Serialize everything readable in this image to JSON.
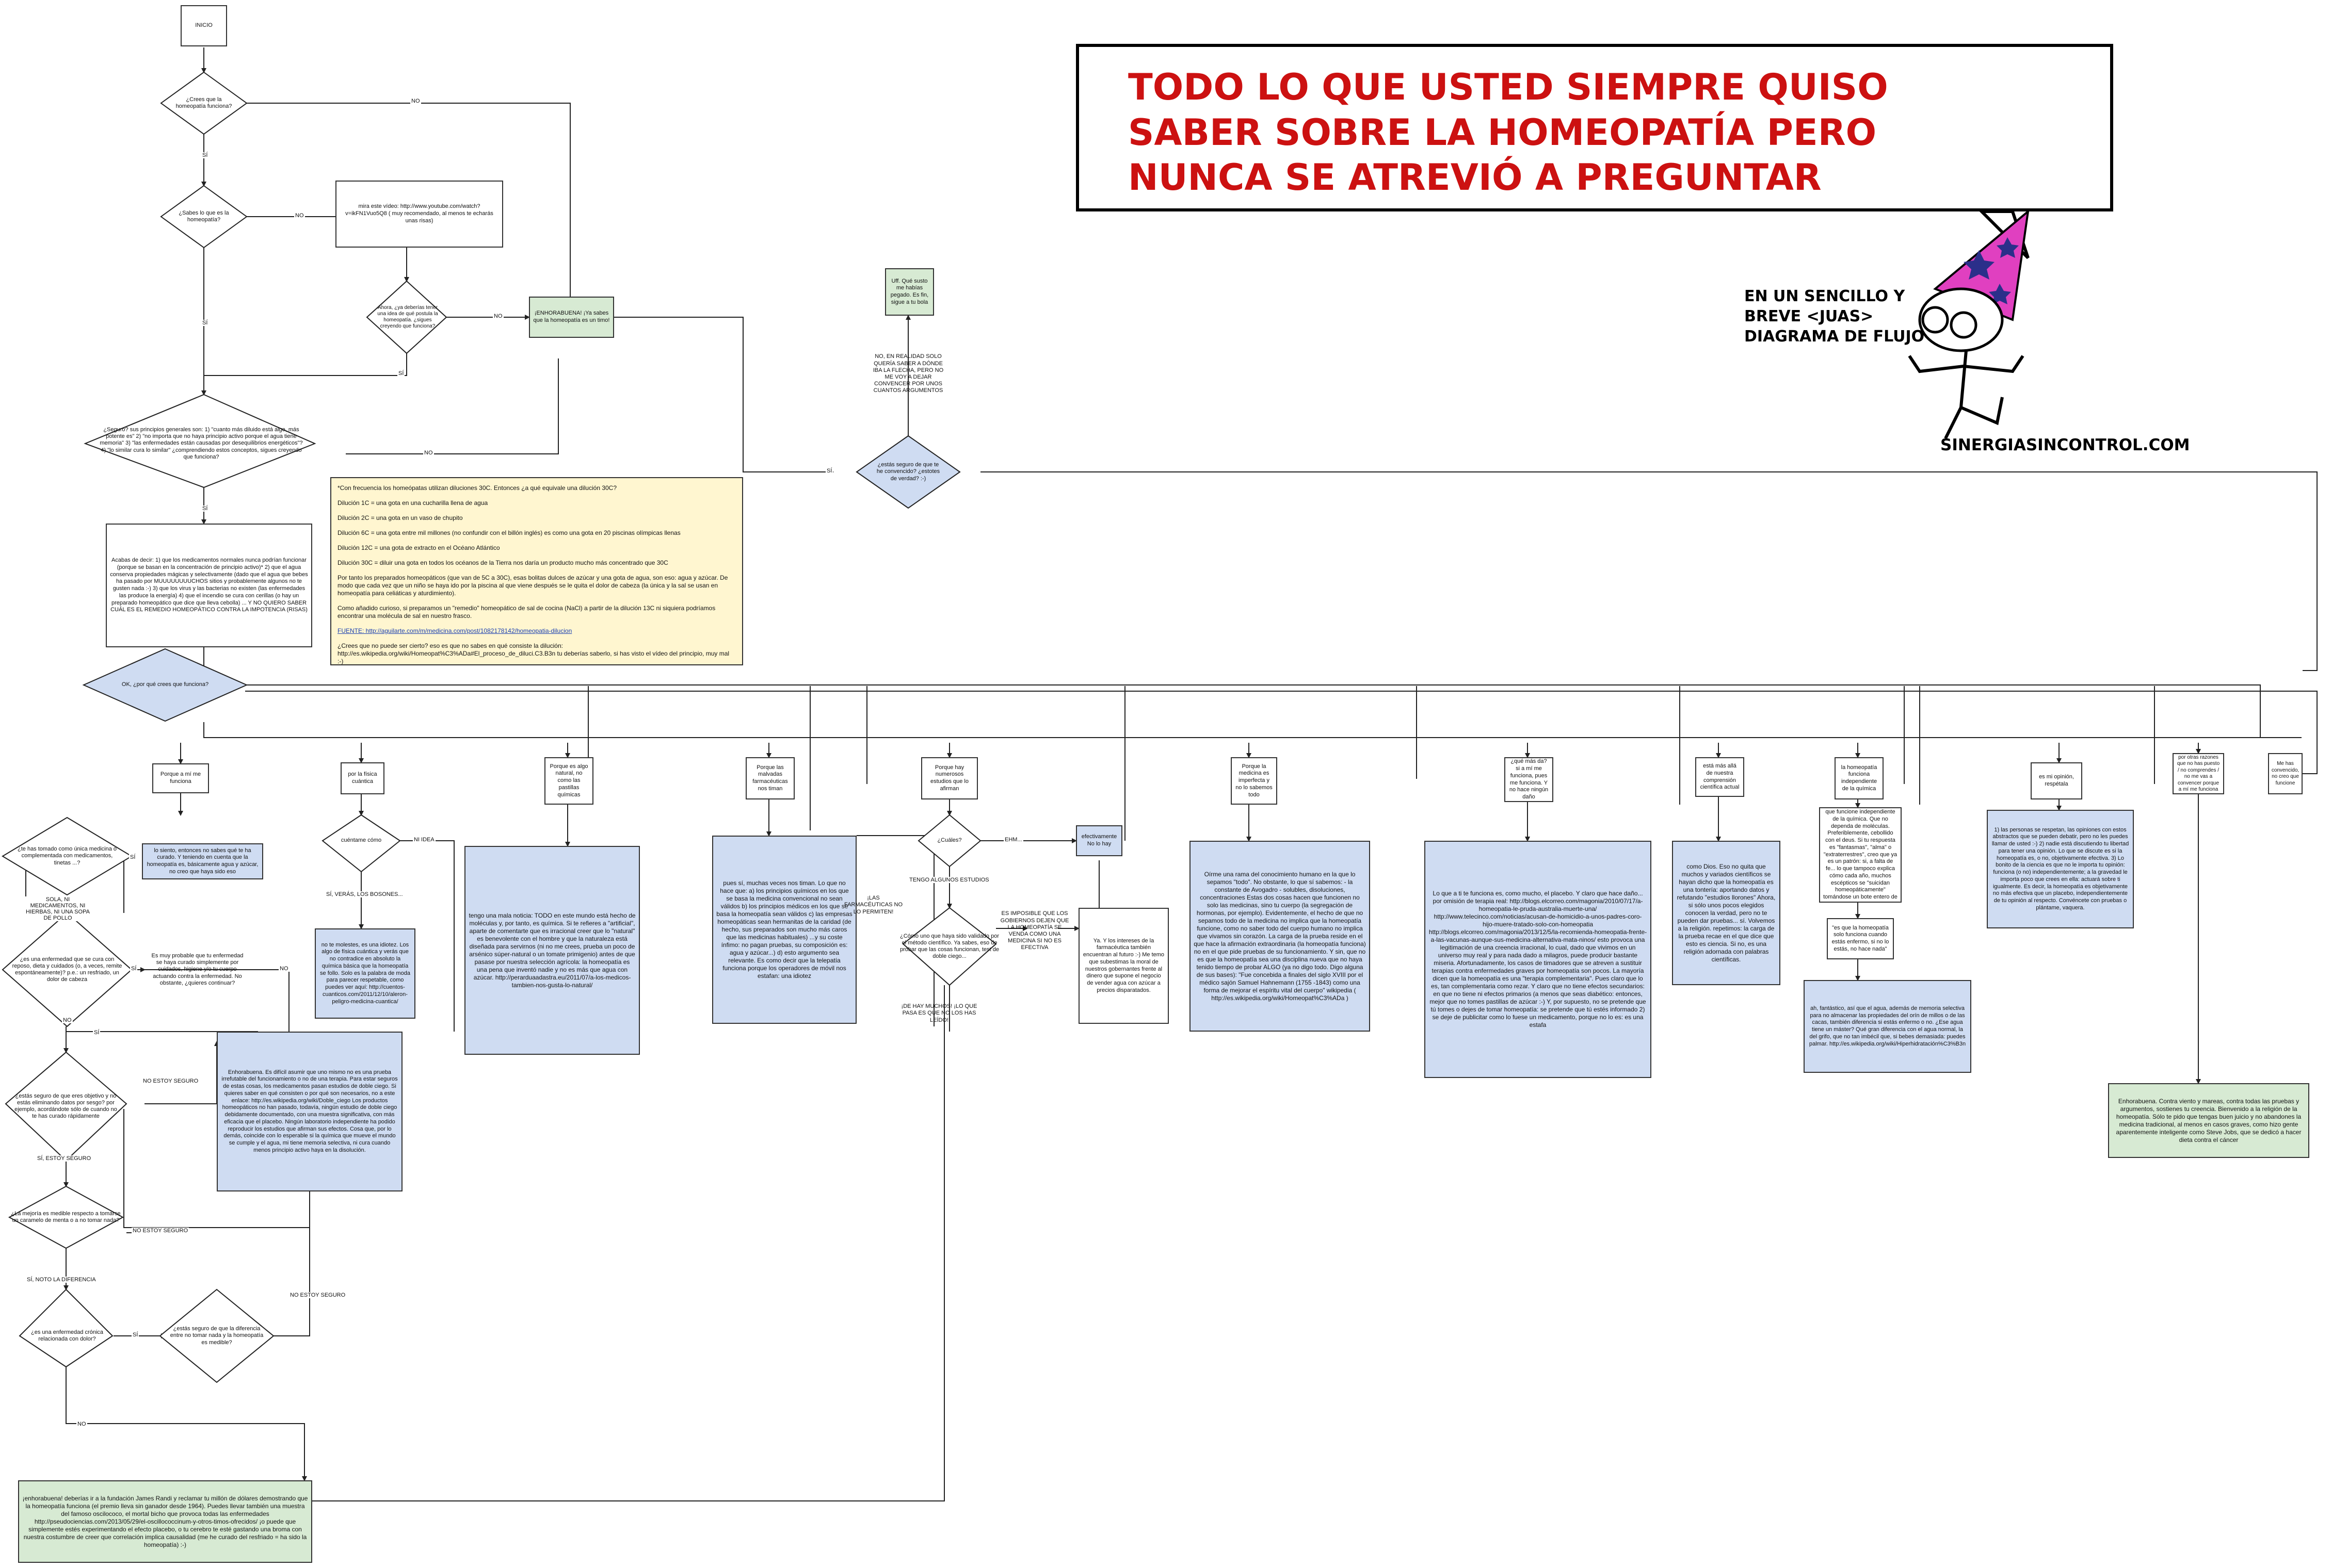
{
  "title": "TODO LO QUE USTED SIEMPRE QUISO SABER SOBRE LA HOMEOPATÍA PERO NUNCA SE ATREVIÓ A PREGUNTAR",
  "subtitle": "EN UN SENCILLO Y BREVE <JUAS> DIAGRAMA DE FLUJO",
  "site": "SINERGIASINCONTROL.COM",
  "colors": {
    "title": "#cc1111",
    "blue_box": "#cfdcf2",
    "green_box": "#d7ead3",
    "note_box": "#fff6d0",
    "hat": "#e040c0",
    "stars": "#2b2f8a",
    "line": "#222222"
  },
  "nodes": {
    "inicio": "INICIO",
    "q_crees": "¿Crees que la homeopatía funciona?",
    "q_sabes": "¿Sabes lo que es la homeopatía?",
    "mira_video": "mira este vídeo: http://www.youtube.com/watch?v=ikFN1Vuo5Q8 ( muy recomendado, al menos te echarás unas risas)",
    "q_ahora": "Ahora, ¿ya deberías tener una idea de qué postula la homeopatía. ¿sigues creyendo que funciona?",
    "enhorabuena_top": "¡ENHORABUENA! ¡Ya sabes que la homeopatía es un timo!",
    "q_seguro_principios": "¿Seguro? sus principios generales son: 1) \"cuanto más diluido está algo, más potente es\" 2) \"no importa que no haya principio activo porque el agua tiene memoria\" 3) \"las enfermedades están causadas por desequilibrios energéticos\"? 4) \"lo similar cura lo similar\" ¿comprendiendo estos conceptos, sigues creyendo que funciona?",
    "acabas_decir": "Acabas de decir: 1) que los medicamentos normales nunca podrían funcionar (porque se basan en la concentración de principio activo)* 2) que el agua conserva propiedades mágicas y selectivamente (dado que el agua que bebes ha pasado por MUUUUUUUUCHOS sitios y probablemente algunos no te gusten nada :-) 3) que los virus y las bacterias no existen (las enfermedades las produce la energía) 4) que el incendio se cura con cerillas (o hay un preparado homeopático que dice que lleva cebolla) ... Y NO QUIERO SABER CUÁL ES EL REMEDIO HOMEOPÁTICO CONTRA LA IMPOTENCIA (RISAS)",
    "ufff": "Uff. Qué susto me habías pegado. Es fin, sigue a tu bola",
    "no_realidad": "NO, EN REALIDAD SOLO QUERÍA SABER A DÓNDE IBA LA FLECHA, PERO NO ME VOY A DEJAR CONVENCER POR UNOS CUANTOS ARGUMENTOS",
    "q_estas_seguro": "¿estás seguro de que te he convencido? ¿estotes de verdad? :-)",
    "note_lines": [
      "*Con frecuencia los homeópatas utilizan diluciones 30C. Entonces ¿a qué equivale una dilución 30C?",
      "Dilución 1C = una gota en una cucharilla llena de agua",
      "Dilución 2C = una gota en un vaso de chupito",
      "Dilución 6C = una gota entre mil millones (no confundir con el billón inglés) es como una gota en 20 piscinas olímpicas llenas",
      "Dilución 12C = una gota de extracto en el Océano Atlántico",
      "Dilución 30C = diluir una gota en todos los océanos de la Tierra nos daría un producto mucho más concentrado que 30C",
      "Por tanto los preparados homeopáticos (que van de 5C a 30C), esas bolitas dulces de azúcar y una gota de agua, son eso: agua y azúcar. De modo que cada vez que un niño se haya ido por la piscina al que viene después se le quita el dolor de cabeza (la única y la sal se usan en homeopatía para celiáticas y aturdimiento).",
      "Como añadido curioso, si preparamos un \"remedio\" homeopático de sal de cocina (NaCl) a partir de la dilución 13C ni siquiera podríamos encontrar una molécula de sal en nuestro frasco.",
      "FUENTE: http://aguilarte.com/m/medicina.com/post/1082178142/homeopatia-dilucion",
      "¿Crees que no puede ser cierto? eso es que no sabes en qué consiste la dilución: http://es.wikipedia.org/wiki/Homeopat%C3%ADa#El_proceso_de_diluci.C3.B3n tu deberías saberlo, si has visto el vídeo del principio, muy mal :-)"
    ],
    "q_ok": "OK, ¿por qué crees que funciona?",
    "b_me_funciona": "Porque a mí me funciona",
    "b_fisica": "por la física cuántica",
    "b_natural": "Porque es algo natural, no como las pastillas químicas",
    "b_farmaceuticas": "Porque las malvadas farmacéuticas nos timan",
    "b_estudios": "Porque hay numerosos estudios que lo afirman",
    "b_imperfecta": "Porque la medicina es imperfecta y no lo sabemos todo",
    "b_que_mas": "¿qué más da? si a mí me funciona, pues me funciona. Y no hace ningún daño",
    "b_comprension": "está más allá de nuestra comprensión científica actual",
    "b_independiente": "la homeopatía funciona independiente de la química",
    "b_opinion": "es mi opinión, respétala",
    "b_otras_razones": "por otras razones que no has puesto / no comprendes / no me vas a convencer porque a mí me funciona",
    "b_convencido": "Me has convencido, no creo que funcione",
    "q_tomado": "¿te has tomado como única medicina o complementada con medicamentos, tinetas ...?",
    "lo_siento": "lo siento, entonces no sabes qué te ha curado. Y teniendo en cuenta que la homeopatía es, básicamente agua y azúcar, no creo que haya sido eso",
    "q_enfermedad_remite": "¿es una enfermedad que se cura con reposo, dieta y cuidados (o, a veces, remite espontáneamente)? p.e.: un resfriado, un dolor de cabeza",
    "es_probable": "Es muy probable que tu enfermedad se haya curado simplemente por cuidados, higiene y/o tu cuerpo actuando contra la enfermedad. No obstante, ¿quieres continuar?",
    "q_estas_seguro_placebo": "¿estás seguro de que eres objetivo y no estás eliminando datos por sesgo? por ejemplo, acordándote sólo de cuando no te has curado rápidamente",
    "enhorabuena_sesgo": "Enhorabuena. Es difícil asumir que uno mismo no es una prueba irrefutable del funcionamiento o no de una terapia. Para estar seguros de estas cosas, los medicamentos pasan estudios de doble ciego. Si quieres saber en qué consisten o por qué son necesarios, no a este enlace: http://es.wikipedia.org/wiki/Doble_ciego Los productos homeopáticos no han pasado, todavía, ningún estudio de doble ciego debidamente documentado, con una muestra significativa, con más eficacia que el placebo. Ningún laboratorio independiente ha podido reproducir los estudios que afirman sus efectos. Cosa que, por lo demás, coincide con lo esperable si la química que mueve el mundo se cumple y el agua, mi tiene memoria selectiva, ni cura cuando menos principio activo haya en la disolución.",
    "q_mejoria": "¿La mejoría es medible respecto a tomarse un caramelo de menta o a no tomar nada?",
    "q_cronica": "¿es una enfermedad crónica relacionada con dolor?",
    "q_diferencia": "¿estás seguro de que la diferencia entre no tomar nada y la homeopatía es medible?",
    "enhorabuena_randi": "¡enhorabuena! deberías ir a la fundación James Randi y reclamar tu millón de dólares demostrando que la homeopatía funciona (el premio lleva sin ganador desde 1964). Puedes llevar también una muestra del famoso oscilococo, el mortal bicho que provoca todas las enfermedades http://pseudociencias.com/2013/05/29/el-oscillococcinum-y-otros-timos-ofrecidos/ ¡o puede que simplemente estés experimentando el efecto placebo, o tu cerebro te esté gastando una broma con nuestra costumbre de creer que correlación implica causalidad (me he curado del resfriado = ha sido la homeopatía) :-)",
    "q_cuentame": "cuéntame cómo",
    "no_molestes": "no te molestes, es una idiotez. Los algo de física cuántica y verás que no contradice en absoluto la química básica que la homeopatía se follo. Solo es la palabra de moda para parecer respetable, como puedes ver aquí: http://cuentos-cuanticos.com/2011/12/10/aleron-peligro-medicina-cuantica/",
    "tengo_mala": "tengo una mala noticia: TODO en este mundo está hecho de moléculas y, por tanto, es química. Si te refieres a \"artificial\", aparte de comentarte que es irracional creer que lo \"natural\" es benevolente con el hombre y que la naturaleza está diseñada para servirnos (ni no me crees, prueba un poco de arsénico súper-natural o un tomate primigenio) antes de que pasase por nuestra selección agrícola: la homeopatía es una pena que inventó nadie y no es más que agua con azúcar. http://perarduaadastra.eu/2011/07/a-los-medicos-tambien-nos-gusta-lo-natural/",
    "pues_si": "pues sí, muchas veces nos timan. Lo que no hace que: a) los principios químicos en los que se basa la medicina convencional no sean válidos b) los principios médicos en los que se basa la homeopatía sean válidos c) las empresas homeopáticas sean hermanitas de la caridad (de hecho, sus preparados son mucho más caros que las medicinas habituales) ...y su coste ínfimo: no pagan pruebas, su composición es: agua y azúcar...) d) esto argumento sea relevante. Es como decir que la telepatía funciona porque los operadores de móvil nos estafan: una idiotez",
    "las_farmaceuticas": "¡LAS FARMACÉUTICAS NO LO PERMITEN!",
    "es_imposible": "ES IMPOSIBLE QUE LOS GOBIERNOS DEJEN QUE LA HOMEOPATÍA SE VENDA COMO UNA MEDICINA SI NO ES EFECTIVA",
    "q_cuales": "¿Cuáles?",
    "ehm": "EHM...",
    "efectivamente": "efectivamente No lo hay",
    "tengo_algunos": "TENGO ALGUNOS ESTUDIOS",
    "q_como_uno": "¿Cómo uno que haya sido validado por el método científico. Ya sabes, eso de probar que las cosas funcionan, test de doble ciego...",
    "de_hay_muchos": "¡DE HAY MUCHOS! ¡LO QUE PASA ES QUE NO LOS HAS LEÍDO!",
    "ya_si_tu": "Ya. Y los intereses de la farmacéutica también encuentran al futuro :-) Me temo que subestimas la moral de nuestros gobernantes frente al dinero que supone el negocio de vender agua con azúcar a precios disparatados.",
    "ojeran_rama": "Oírme una rama del conocimiento humano en la que lo sepamos \"todo\". No obstante, lo que sí sabemos: - la constante de Avogadro - solubles, disoluciones, concentraciones Estas dos cosas hacen que funcionen no solo las medicinas, sino tu cuerpo (la segregación de hormonas, por ejemplo). Evidentemente, el hecho de que no sepamos todo de la medicina no implica que la homeopatía funcione, como no saber todo del cuerpo humano no implica que vivamos sin corazón. La carga de la prueba reside en el que hace la afirmación extraordinaria (la homeopatía funciona) no en el que pide pruebas de su funcionamiento. Y sin, que no es que la homeopatía sea una disciplina nueva que no haya tenido tiempo de probar ALGO (ya no digo todo. Digo alguna de sus bases): \"Fue concebida a finales del siglo XVIII por el médico sajón Samuel Hahnemann (1755 -1843) como una forma de mejorar el espíritu vital del cuerpo\" wikipedia ( http://es.wikipedia.org/wiki/Homeopat%C3%ADa )",
    "lo_que_te_funciona": "Lo que a ti te funciona es, como mucho, el placebo. Y claro que hace daño... por omisión de terapia real: http://blogs.elcorreo.com/magonia/2010/07/17/a-homeopatia-le-pruda-australia-muerte-una/ http://www.telecinco.com/noticias/acusan-de-homicidio-a-unos-padres-coro-hijo-muere-tratado-solo-con-homeopatia http://blogs.elcorreo.com/magonia/2013/12/5/la-recomienda-homeopatia-frente-a-las-vacunas-aunque-sus-medicina-alternativa-mata-ninos/ esto provoca una legitimación de una creencia irracional, lo cual, dado que vivimos en un universo muy real y para nada dado a milagros, puede producir bastante miseria. Afortunadamente, los casos de timadores que se atreven a sustituir terapias contra enfermedades graves por homeopatía son pocos. La mayoría dicen que la homeopatía es una \"terapia complementaria\". Pues claro que lo es, tan complementaria como rezar. Y claro que no tiene efectos secundarios: en que no tiene ni efectos primarios (a menos que seas diabético: entonces, mejor que no tomes pastillas de azúcar :-) Y, por supuesto, no se pretende que tú tomes o dejes de tomar homeopatía: se pretende que tú estés informado 2) se deje de publicitar como lo fuese un medicamento, porque no lo es: es una estafa",
    "como_dios": "como Dios. Eso no quita que muchos y variados científicos se hayan dicho que la homeopatía es una tontería: aportando datos y refutando \"estudios llorones\" Ahora, si sólo unos pocos elegidos conocen la verdad, pero no te pueden dar pruebas... sí. Volvemos a la religión. repetimos: la carga de la prueba recae en el que dice que esto es ciencia. Si no, es una religión adornada con palabras científicas.",
    "oh_seriamente": "Oh. Seriamente alguna cosa que funcione independiente de la química. Que no dependa de moléculas. Preferiblemente, cebollido con el deus. Si tu respuesta es \"fantasmas\", \"alma\" o \"extraterrestres\", creo que ya es un patrón: si, a falta de fe... lo que tampoco explica cómo cada año, muchos escépticos se \"suicidan homeopáticamente\" tomándose un bote entero de somníferos homeopáticos",
    "es_que_funciona": "\"es que la homeopatía solo funciona cuando estás enfermo, si no lo estás, no hace nada\"",
    "ah_fantastico": "ah, fantástico, así que el agua, además de memoria selectiva para no almacenar las propiedades del orín de millos o de las cacas, también diferencia si estás enfermo o no. ¿Ese agua tiene un máster? Qué gran diferencia con el agua normal, la del grifo, que no tan imbécil que, si bebes demasiada: puedes palmar. http://es.wikipedia.org/wiki/Hiperhidratación%C3%B3n",
    "las_personas": "1) las personas se respetan, las opiniones con estos abstractos que se pueden debatir, pero no les puedes llamar de usted :-) 2) nadie está discutiendo tu libertad para tener una opinión. Lo que se discute es si la homeopatía es, o no, objetivamente efectiva. 3) Lo bonito de la ciencia es que no le importa tu opinión: funciona (o no) independientemente; a la gravedad le importa poco que crees en ella: actuará sobre ti igualmente. Es decir, la homeopatía es objetivamente no más efectiva que un placebo, independientemente de tu opinión al respecto. Convéncete con pruebas o plántame, vaquera.",
    "enhorabuena_final": "Enhorabuena. Contra viento y mareas, contra todas las pruebas y argumentos, sostienes tu creencia. Bienvenido a la religión de la homeopatía. Sólo te pido que tengas buen juicio y no abandones la medicina tradicional, al menos en casos graves, como hizo gente aparentemente inteligente como Steve Jobs, que se dedicó a hacer dieta contra el cáncer"
  },
  "labels": {
    "no": "NO",
    "si": "SÍ",
    "no_idea": "NI IDEA",
    "si_veras": "SÍ, VERÁS, LOS BOSONES...",
    "sola_ni": "SOLA, NI MEDICAMENTOS, NI HIERBAS, NI UNA SOPA DE POLLO",
    "no_estoy_seguro": "NO ESTOY SEGURO",
    "si_estoy_seguro": "SÍ, ESTOY SEGURO",
    "si_noto": "SÍ, NOTO LA DIFERENCIA"
  }
}
